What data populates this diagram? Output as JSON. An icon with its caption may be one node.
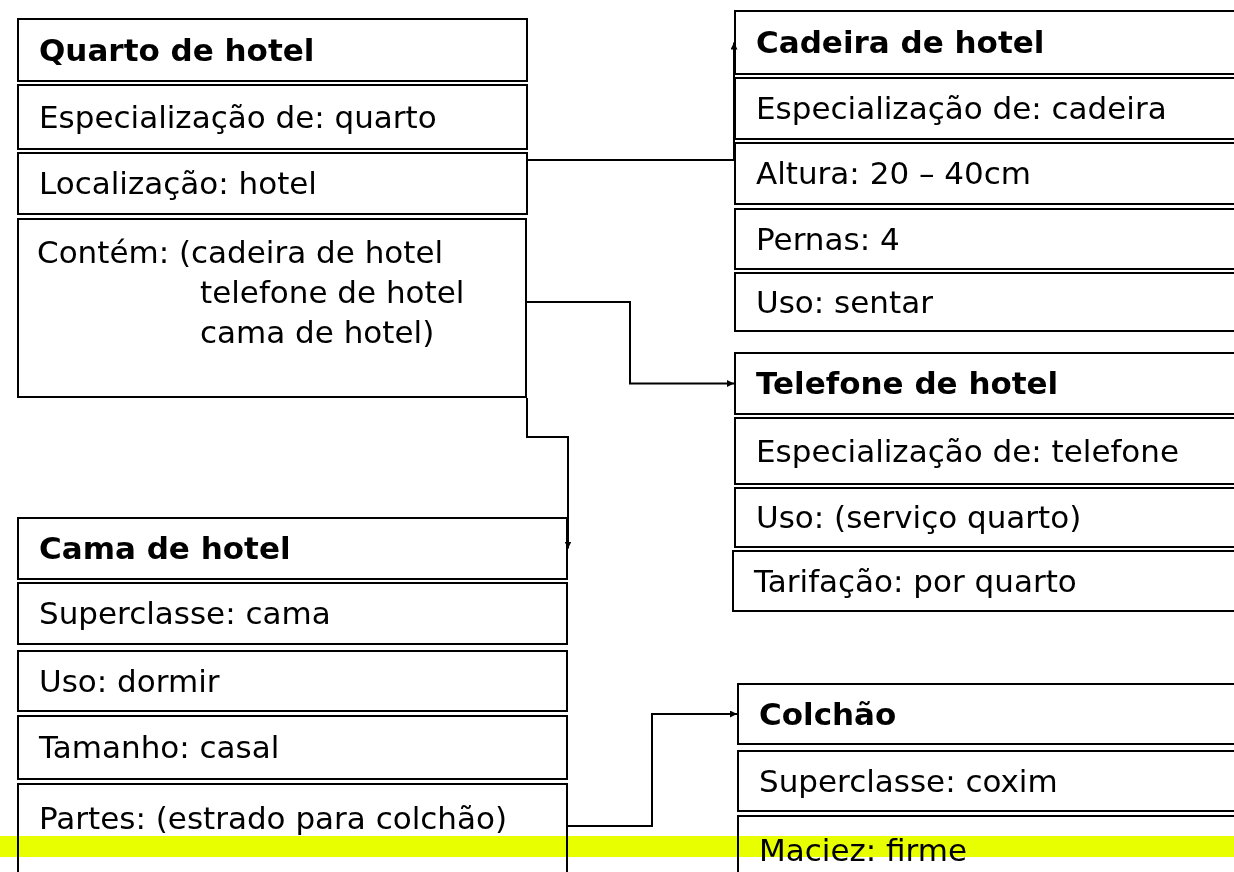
{
  "diagram": {
    "nodes": [
      {
        "text": [
          "Quarto de hotel"
        ]
      },
      {
        "text": [
          "Especialização de: quarto"
        ]
      },
      {
        "text": [
          "Localização: hotel"
        ]
      },
      {
        "text": [
          "Contém: (cadeira de hotel telefone de hotel cama de hotel)"
        ]
      },
      {
        "text": [
          "Cadeira de hotel"
        ]
      },
      {
        "text": [
          "Especialização de: cadeira"
        ]
      },
      {
        "text": [
          "Altura: 20 – 40cm"
        ]
      },
      {
        "text": [
          "Pernas: 4"
        ]
      },
      {
        "text": [
          "Uso: sentar"
        ]
      },
      {
        "text": [
          "Telefone de hotel"
        ]
      },
      {
        "text": [
          "Especialização de: telefone"
        ]
      },
      {
        "text": [
          "Uso: (serviço quarto)"
        ]
      },
      {
        "text": [
          "Tarifação: por quarto"
        ]
      },
      {
        "text": [
          "Cama de hotel"
        ]
      },
      {
        "text": [
          "Superclasse: cama"
        ]
      },
      {
        "text": [
          "Uso: dormir"
        ]
      },
      {
        "text": [
          "Tamanho: casal"
        ]
      },
      {
        "text": [
          "Partes: (estrado para colchão)"
        ]
      },
      {
        "text": [
          "Colchão"
        ]
      },
      {
        "text": [
          "Superclasse: coxim"
        ]
      },
      {
        "text": [
          "Maciez: firme"
        ]
      }
    ],
    "edges": [
      {
        "from": 2,
        "to": 4,
        "arrow": "to"
      },
      {
        "from": 3,
        "to": 9,
        "arrow": "to"
      },
      {
        "from": 3,
        "to": 13,
        "arrow": "to"
      },
      {
        "from": 17,
        "to": 18,
        "arrow": "to"
      }
    ]
  }
}
